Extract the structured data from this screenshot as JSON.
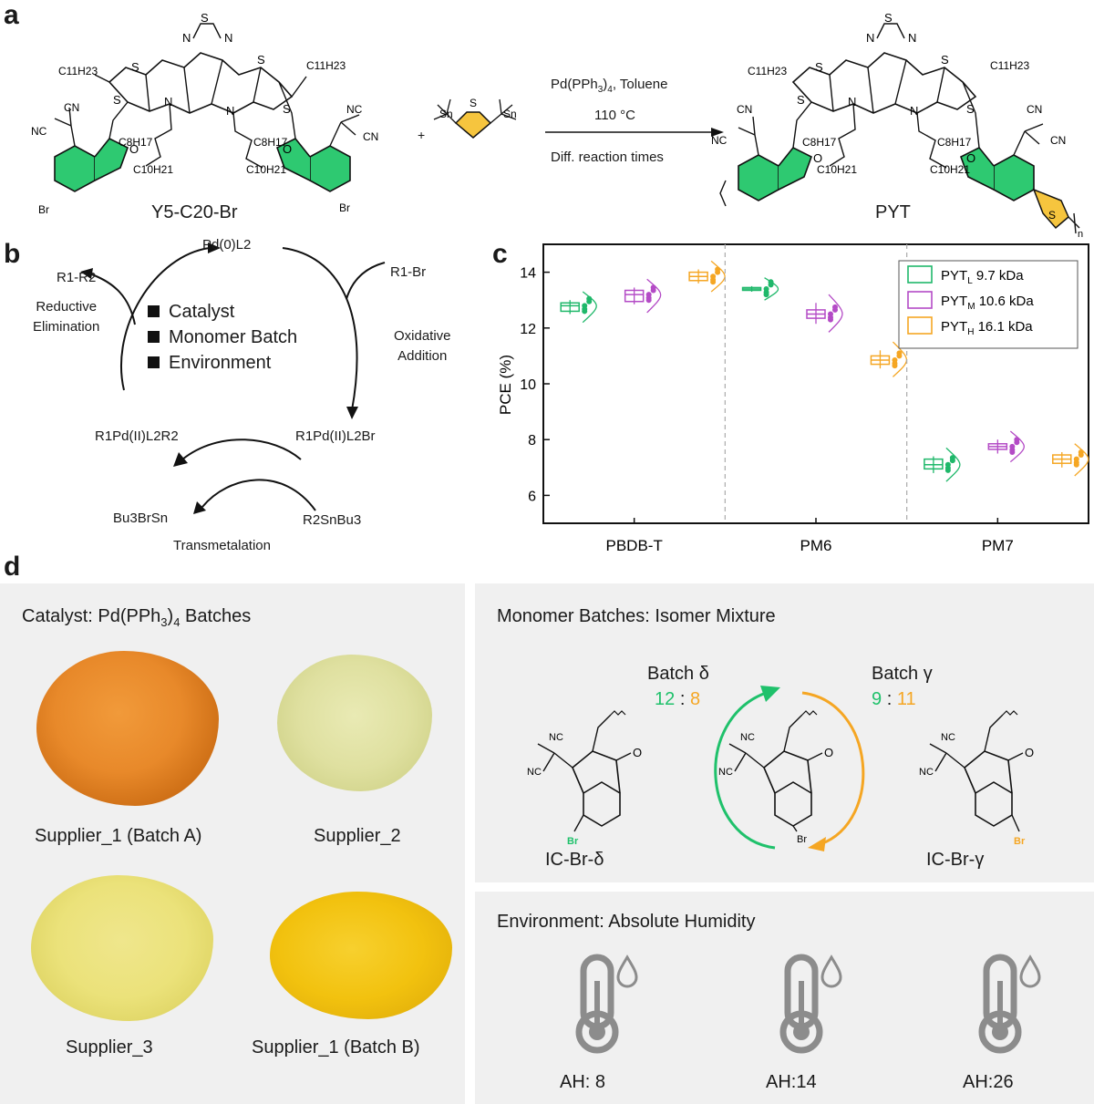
{
  "panels": {
    "a": "a",
    "b": "b",
    "c": "c",
    "d": "d"
  },
  "panel_a": {
    "reactant_name": "Y5-C20-Br",
    "product_name": "PYT",
    "plus": "+",
    "reagent_line1": "Pd(PPh",
    "reagent_sub1": "3",
    "reagent_line1b": ")",
    "reagent_sub1b": "4",
    "reagent_line1c": ", Toluene",
    "reagent_temp": "110 °C",
    "reagent_line3": "Diff. reaction times",
    "atom_labels": {
      "S": "S",
      "N": "N",
      "O": "O",
      "Br": "Br",
      "CN": "CN",
      "NC": "NC",
      "Sn": "Sn",
      "n": "n",
      "C11H23": "C11H23",
      "C8H17": "C8H17",
      "C10H21": "C10H21"
    },
    "colors": {
      "indanone_green": "#2ec971",
      "thiophene_yellow": "#f6c53e"
    }
  },
  "panel_b": {
    "center_top": "Pd(0)L2",
    "right_reagent": "R1-Br",
    "right_step": [
      "Oxidative",
      "Addition"
    ],
    "left_product": "R1-R2",
    "left_step": [
      "Reductive",
      "Elimination"
    ],
    "right_intermediate": "R1Pd(II)L2Br",
    "left_intermediate": "R1Pd(II)L2R2",
    "bottom_left": "Bu3BrSn",
    "bottom_right": "R2SnBu3",
    "bottom_step": "Transmetalation",
    "factors": [
      "Catalyst",
      "Monomer Batch",
      "Environment"
    ]
  },
  "chart_data": {
    "type": "box",
    "ylabel": "PCE (%)",
    "ylim": [
      5,
      15
    ],
    "yticks": [
      6,
      8,
      10,
      12,
      14
    ],
    "groups": [
      "PBDB-T",
      "PM6",
      "PM7"
    ],
    "series": [
      {
        "name": "PYTL 9.7 kDa",
        "name_main": "PYT",
        "name_sub": "L",
        "name_rest": " 9.7 kDa",
        "color": "#1fb86a",
        "medians": [
          12.8,
          13.4,
          7.1
        ],
        "q1": [
          12.6,
          13.35,
          6.95
        ],
        "q3": [
          12.9,
          13.45,
          7.3
        ],
        "low": [
          12.5,
          13.3,
          6.8
        ],
        "high": [
          13.0,
          13.5,
          7.4
        ]
      },
      {
        "name": "PYTM 10.6 kDa",
        "name_main": "PYT",
        "name_sub": "M",
        "name_rest": " 10.6 kDa",
        "color": "#b44bc6",
        "medians": [
          13.2,
          12.5,
          7.75
        ],
        "q1": [
          12.95,
          12.35,
          7.65
        ],
        "q3": [
          13.35,
          12.65,
          7.85
        ],
        "low": [
          12.85,
          12.15,
          7.5
        ],
        "high": [
          13.45,
          12.9,
          8.0
        ]
      },
      {
        "name": "PYTH 16.1 kDa",
        "name_main": "PYT",
        "name_sub": "H",
        "name_rest": " 16.1 kDa",
        "color": "#f5a623",
        "medians": [
          13.85,
          10.85,
          7.3
        ],
        "q1": [
          13.7,
          10.7,
          7.15
        ],
        "q3": [
          14.0,
          11.0,
          7.45
        ],
        "low": [
          13.6,
          10.55,
          7.0
        ],
        "high": [
          14.1,
          11.2,
          7.55
        ]
      }
    ],
    "legend_position": "top-right",
    "grid": false
  },
  "panel_d": {
    "catalyst_title_pre": "Catalyst: Pd(PPh",
    "catalyst_title_sub1": "3",
    "catalyst_title_mid": ")",
    "catalyst_title_sub2": "4",
    "catalyst_title_post": " Batches",
    "catalyst_samples": [
      {
        "label": "Supplier_1 (Batch A)",
        "color": "#e8892a",
        "shade": "#c96a12"
      },
      {
        "label": "Supplier_2",
        "color": "#dfe0a0",
        "shade": "#c9cc7e"
      },
      {
        "label": "Supplier_3",
        "color": "#ebe27a",
        "shade": "#d6cb55"
      },
      {
        "label": "Supplier_1 (Batch B)",
        "color": "#f2c20f",
        "shade": "#dba708"
      }
    ],
    "monomer_title": "Monomer Batches: Isomer Mixture",
    "batch_delta_label": "Batch δ",
    "batch_delta_ratio_a": "12",
    "batch_delta_ratio_b": "8",
    "batch_gamma_label": "Batch γ",
    "batch_gamma_ratio_a": "9",
    "batch_gamma_ratio_b": "11",
    "ratio_sep": ":",
    "isomer_left": "IC-Br-δ",
    "isomer_right": "IC-Br-γ",
    "environment_title": "Environment: Absolute Humidity",
    "humidity": [
      {
        "label": "AH: 8"
      },
      {
        "label": "AH:14"
      },
      {
        "label": "AH:26"
      }
    ],
    "colors": {
      "green": "#1fc16b",
      "orange": "#f5a623",
      "icon_grey": "#8c8c8c"
    }
  }
}
